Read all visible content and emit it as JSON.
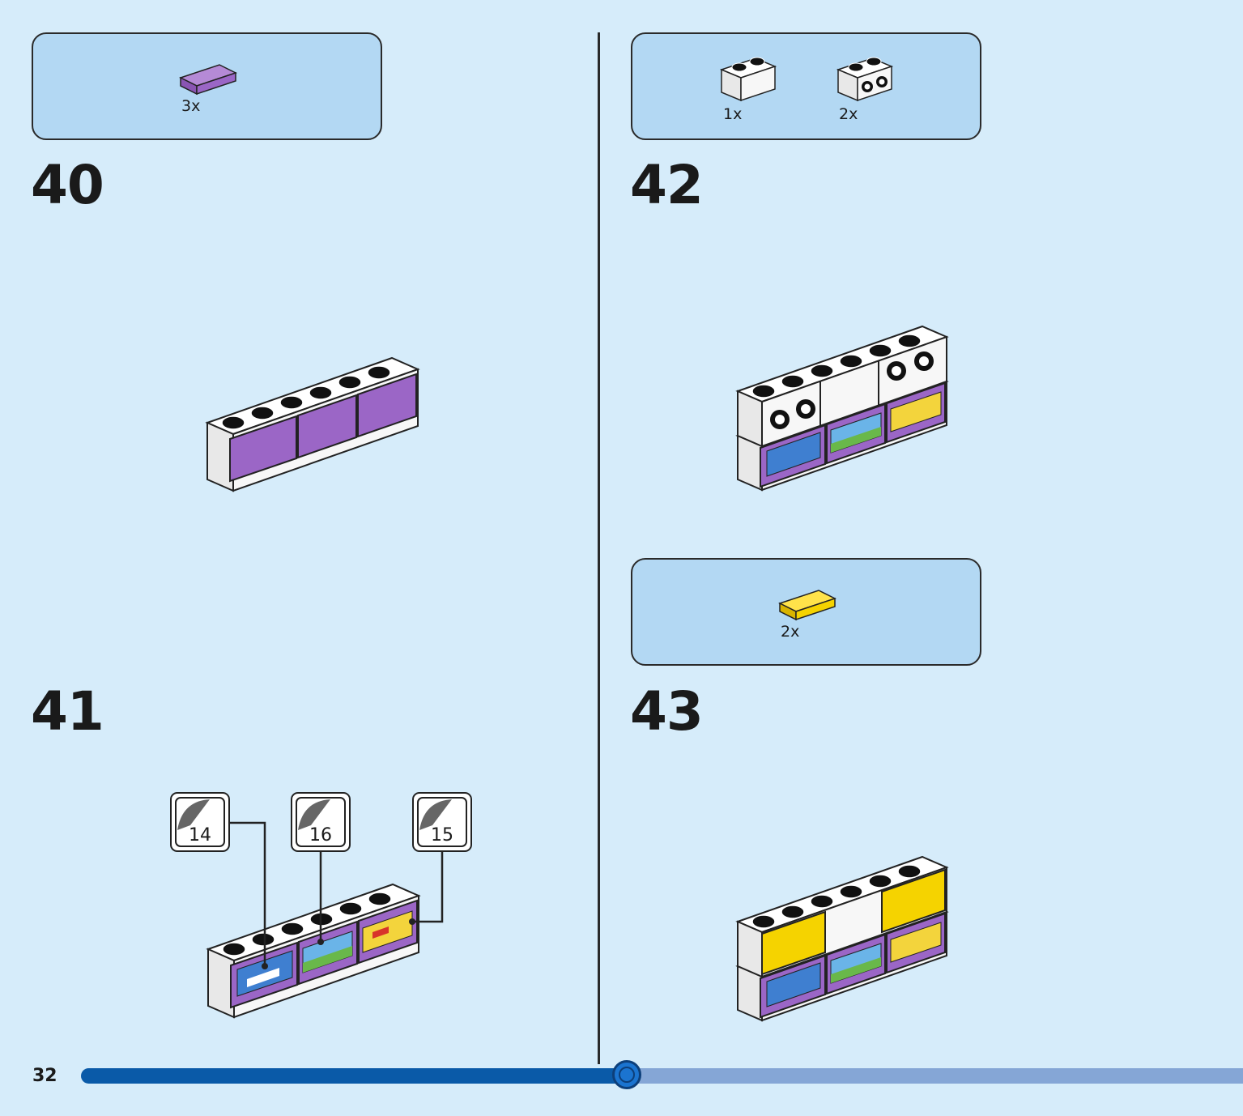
{
  "page_number": "32",
  "steps": [
    {
      "number": "40",
      "parts": [
        {
          "name": "purple tile 1x2",
          "color": "#9b66c6",
          "qty": "3x"
        }
      ]
    },
    {
      "number": "41",
      "stickers": [
        "14",
        "16",
        "15"
      ]
    },
    {
      "number": "42",
      "parts": [
        {
          "name": "white brick 1x2",
          "color": "#ffffff",
          "qty": "1x"
        },
        {
          "name": "white brick 1x2 with studs on side",
          "color": "#ffffff",
          "qty": "2x"
        }
      ]
    },
    {
      "number": "43",
      "parts": [
        {
          "name": "yellow tile 1x2",
          "color": "#f5d300",
          "qty": "2x"
        }
      ]
    }
  ],
  "colors": {
    "background": "#d6ecfa",
    "parts_box": "#b3d8f3",
    "progress_done": "#0a5aa8",
    "progress_todo": "#85a6d6"
  }
}
